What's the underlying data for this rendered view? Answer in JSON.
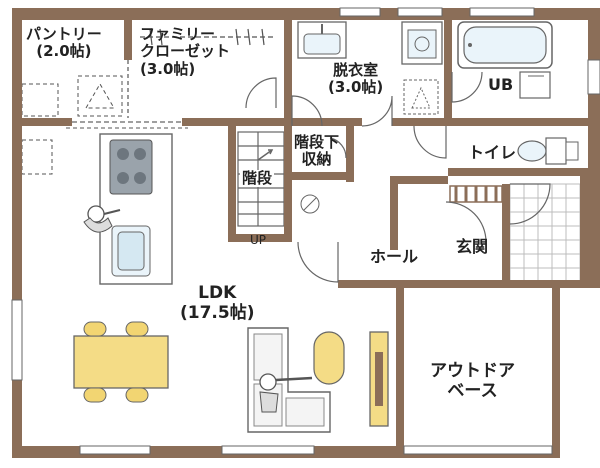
{
  "colors": {
    "wall": "#8B6E58",
    "floor": "#ffffff",
    "fixture_fill": "#eaf4fa",
    "fixture_line": "#666666",
    "table": "#F4DC86",
    "chair": "#F2D572",
    "rug": "#F4DC86",
    "stove": "#9aa3ab",
    "tile": "#bcbcbc",
    "text": "#222222",
    "step": "#8B6E58",
    "dashed": "#555555"
  },
  "rooms": {
    "pantry": {
      "name": "パントリー",
      "size": "(2.0帖)"
    },
    "family_closet": {
      "name_line1": "ファミリー",
      "name_line2": "クローゼット",
      "size": "(3.0帖)"
    },
    "dressing": {
      "name": "脱衣室",
      "size": "(3.0帖)"
    },
    "bath": {
      "name": "UB"
    },
    "toilet": {
      "name": "トイレ"
    },
    "stairs_storage": {
      "name_line1": "階段下",
      "name_line2": "収納"
    },
    "stairs": {
      "name": "階段",
      "up": "UP"
    },
    "hall": {
      "name": "ホール"
    },
    "entrance": {
      "name": "玄関"
    },
    "ldk": {
      "name": "LDK",
      "size": "(17.5帖)"
    },
    "outdoor": {
      "name_line1": "アウトドア",
      "name_line2": "ベース"
    }
  }
}
